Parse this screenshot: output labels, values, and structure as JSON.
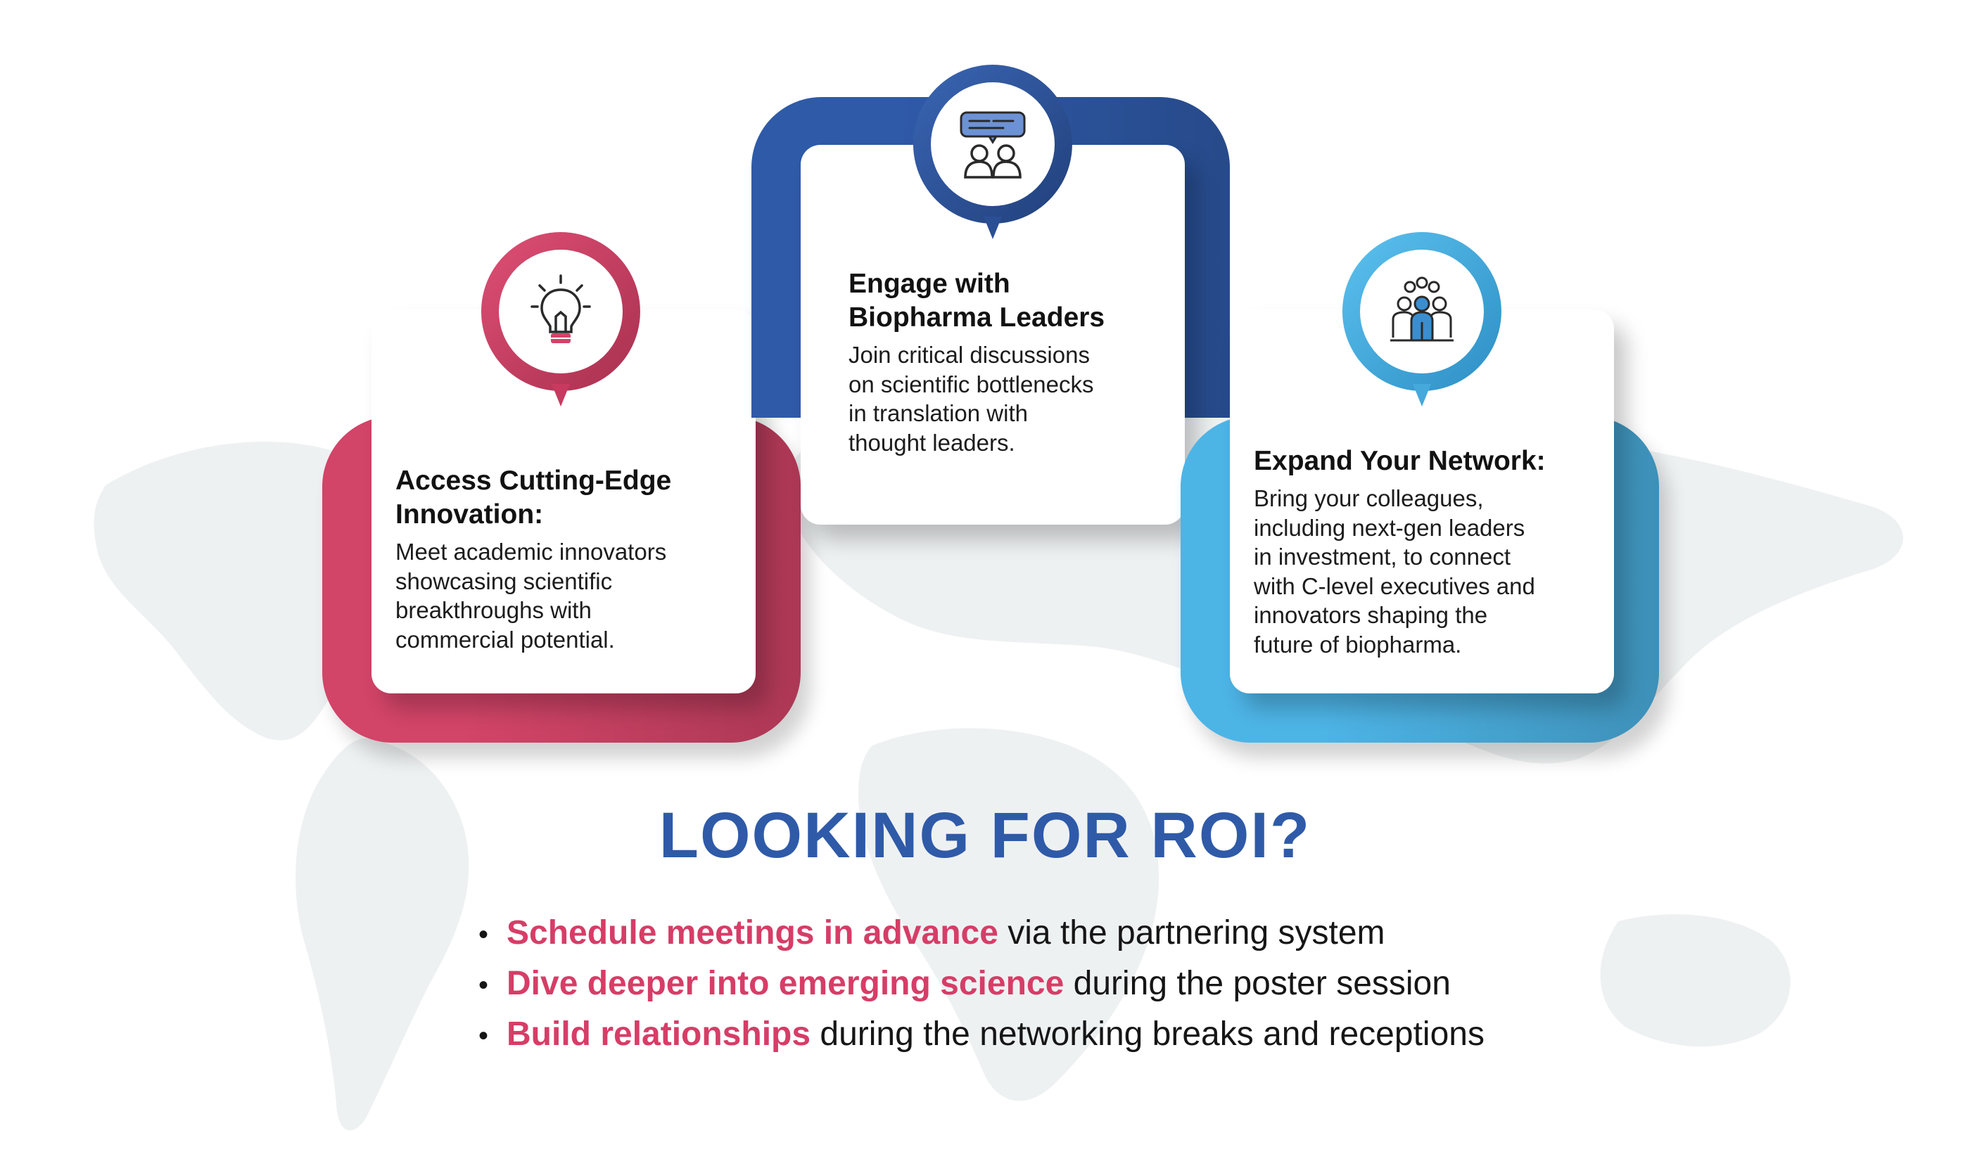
{
  "cards": [
    {
      "title_line1": "Access Cutting-Edge",
      "title_line2": "Innovation:",
      "body": [
        "Meet academic innovators",
        "showcasing scientific",
        "breakthroughs with",
        "commercial potential."
      ],
      "icon": "lightbulb-icon",
      "color": "#d24468"
    },
    {
      "title_line1": "Engage with",
      "title_line2": "Biopharma Leaders",
      "body": [
        "Join critical discussions",
        "on scientific bottlenecks",
        "in translation with",
        "thought leaders."
      ],
      "icon": "discussion-icon",
      "color": "#2f5aa8"
    },
    {
      "title_line1": "Expand Your Network:",
      "title_line2": "",
      "body": [
        "Bring your colleagues,",
        "including next-gen leaders",
        "in investment, to connect",
        "with C-level executives and",
        "innovators shaping the",
        "future of biopharma."
      ],
      "icon": "group-icon",
      "color": "#4db4e6"
    }
  ],
  "roi": {
    "heading": "LOOKING FOR ROI?",
    "bullet": "•",
    "items": [
      {
        "highlight": "Schedule meetings in advance",
        "rest": " via the partnering system"
      },
      {
        "highlight": "Dive deeper into emerging science",
        "rest": " during the poster session"
      },
      {
        "highlight": "Build relationships",
        "rest": " during the networking breaks and receptions"
      }
    ]
  },
  "colors": {
    "pink": "#d24468",
    "blue": "#2f5aa8",
    "light_blue": "#4db4e6",
    "highlight": "#d63d67"
  }
}
